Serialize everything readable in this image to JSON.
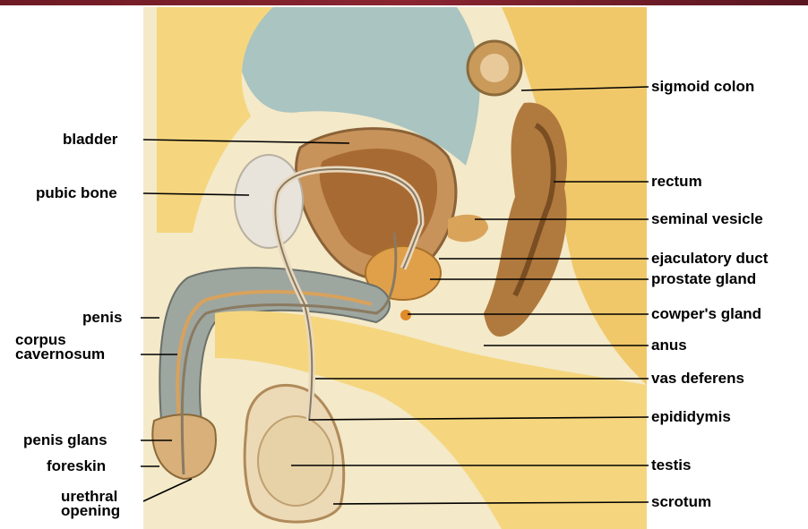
{
  "accent_color": "#7a1f2b",
  "labels_left": {
    "bladder": "bladder",
    "pubic_bone": "pubic bone",
    "penis": "penis",
    "corpus_line1": "corpus",
    "corpus_line2": "cavernosum",
    "penis_glans": "penis glans",
    "foreskin": "foreskin",
    "urethral_line1": "urethral",
    "urethral_line2": "opening"
  },
  "labels_right": {
    "sigmoid_colon": "sigmoid colon",
    "rectum": "rectum",
    "seminal_vesicle": "seminal vesicle",
    "ejaculatory_duct": "ejaculatory duct",
    "prostate_gland": "prostate gland",
    "cowpers_gland": "cowper's gland",
    "anus": "anus",
    "vas_deferens": "vas deferens",
    "epididymis": "epididymis",
    "testis": "testis",
    "scrotum": "scrotum"
  }
}
